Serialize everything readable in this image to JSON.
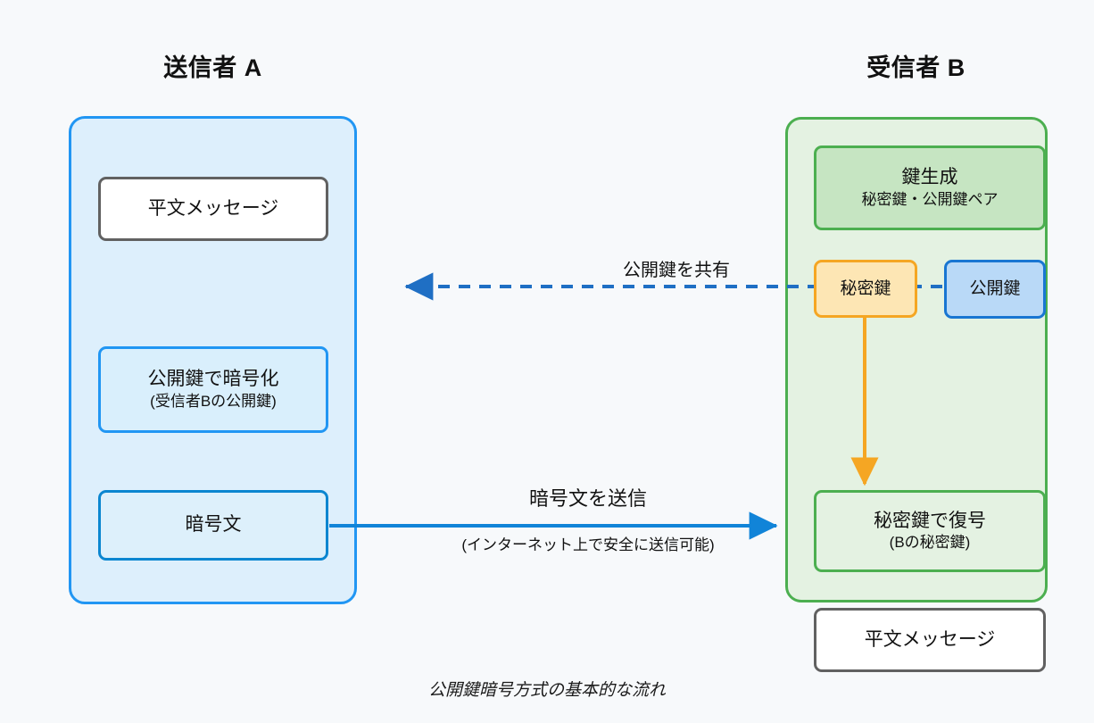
{
  "diagram": {
    "caption": "公開鍵暗号方式の基本的な流れ",
    "colors": {
      "background": "#f7f9fb",
      "sender_panel_fill": "#ddeffc",
      "sender_panel_border": "#2196f3",
      "receiver_panel_fill": "#e4f2e2",
      "receiver_panel_border": "#4caf50",
      "plaintext_border": "#616161",
      "ciphertext_border": "#0b86d0",
      "private_key_fill": "#fde6b4",
      "private_key_border": "#f5a623",
      "public_key_fill": "#b9d9f7",
      "public_key_border": "#1976d2",
      "keygen_fill": "#c6e5c2",
      "solid_arrow": "#1184d8",
      "dashed_arrow": "#1f6fc4",
      "orange_arrow": "#f5a623"
    }
  },
  "sender": {
    "title": "送信者 A",
    "plaintext": {
      "line1": "平文メッセージ"
    },
    "encrypt": {
      "line1": "公開鍵で暗号化",
      "line2": "(受信者Bの公開鍵)"
    },
    "ciphertext": {
      "line1": "暗号文"
    }
  },
  "receiver": {
    "title": "受信者 B",
    "keygen": {
      "line1": "鍵生成",
      "line2": "秘密鍵・公開鍵ペア"
    },
    "private_key": {
      "line1": "秘密鍵"
    },
    "public_key": {
      "line1": "公開鍵"
    },
    "decrypt": {
      "line1": "秘密鍵で復号",
      "line2": "(Bの秘密鍵)"
    },
    "plaintext": {
      "line1": "平文メッセージ"
    }
  },
  "edges": {
    "share_public_key": "公開鍵を共有",
    "send_ciphertext": "暗号文を送信",
    "send_ciphertext_sub": "(インターネット上で安全に送信可能)"
  }
}
